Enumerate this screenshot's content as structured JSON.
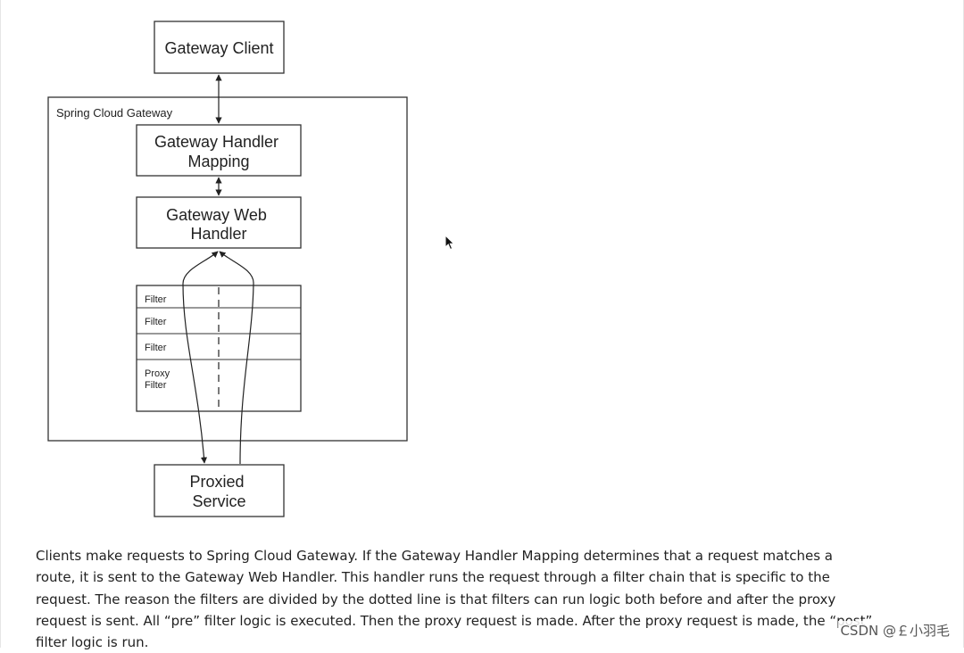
{
  "diagram": {
    "client_box": "Gateway Client",
    "container_label": "Spring Cloud Gateway",
    "handler_mapping": [
      "Gateway Handler",
      "Mapping"
    ],
    "web_handler": [
      "Gateway Web",
      "Handler"
    ],
    "filters": [
      {
        "lines": [
          "Filter"
        ]
      },
      {
        "lines": [
          "Filter"
        ]
      },
      {
        "lines": [
          "Filter"
        ]
      },
      {
        "lines": [
          "Proxy",
          "Filter"
        ]
      }
    ],
    "proxied_service": [
      "Proxied",
      "Service"
    ]
  },
  "description": "Clients make requests to Spring Cloud Gateway. If the Gateway Handler Mapping determines that a request matches a route, it is sent to the Gateway Web Handler. This handler runs the request through a filter chain that is specific to the request. The reason the filters are divided by the dotted line is that filters can run logic both before and after the proxy request is sent. All “pre” filter logic is executed. Then the proxy request is made. After the proxy request is made, the “post” filter logic is run.",
  "watermark": "CSDN @￡小羽毛"
}
